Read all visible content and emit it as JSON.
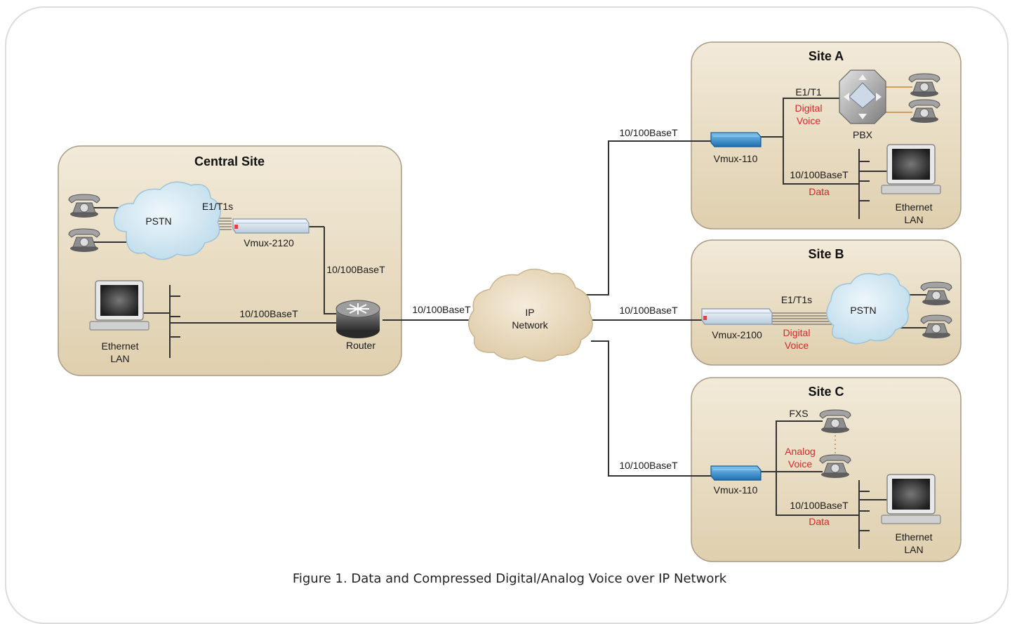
{
  "central": {
    "title": "Central Site",
    "pstn": "PSTN",
    "e1t1s": "E1/T1s",
    "vmux": "Vmux-2120",
    "uplink_label": "10/100BaseT",
    "lan_link_label": "10/100BaseT",
    "router": "Router",
    "lan_line1": "Ethernet",
    "lan_line2": "LAN"
  },
  "core": {
    "router_to_ip_label": "10/100BaseT",
    "ip_line1": "IP",
    "ip_line2": "Network"
  },
  "site_a": {
    "title": "Site A",
    "uplink_label": "10/100BaseT",
    "e1t1": "E1/T1",
    "voice_line1": "Digital",
    "voice_line2": "Voice",
    "pbx": "PBX",
    "vmux": "Vmux-110",
    "data_link": "10/100BaseT",
    "data": "Data",
    "lan_line1": "Ethernet",
    "lan_line2": "LAN"
  },
  "site_b": {
    "title": "Site B",
    "uplink_label": "10/100BaseT",
    "e1t1s": "E1/T1s",
    "pstn": "PSTN",
    "vmux": "Vmux-2100",
    "voice_line1": "Digital",
    "voice_line2": "Voice"
  },
  "site_c": {
    "title": "Site C",
    "uplink_label": "10/100BaseT",
    "fxs": "FXS",
    "voice_line1": "Analog",
    "voice_line2": "Voice",
    "vmux": "Vmux-110",
    "data_link": "10/100BaseT",
    "data": "Data",
    "lan_line1": "Ethernet",
    "lan_line2": "LAN"
  },
  "caption": "Figure 1. Data and Compressed Digital/Analog Voice over IP Network",
  "colors": {
    "site_fill": "#e6d9c0",
    "cloud_pstn": "#cfe4f0",
    "cloud_ip": "#eadbc0",
    "vmux_blue": "#3a8fd0",
    "label_red": "#d42a2a"
  }
}
